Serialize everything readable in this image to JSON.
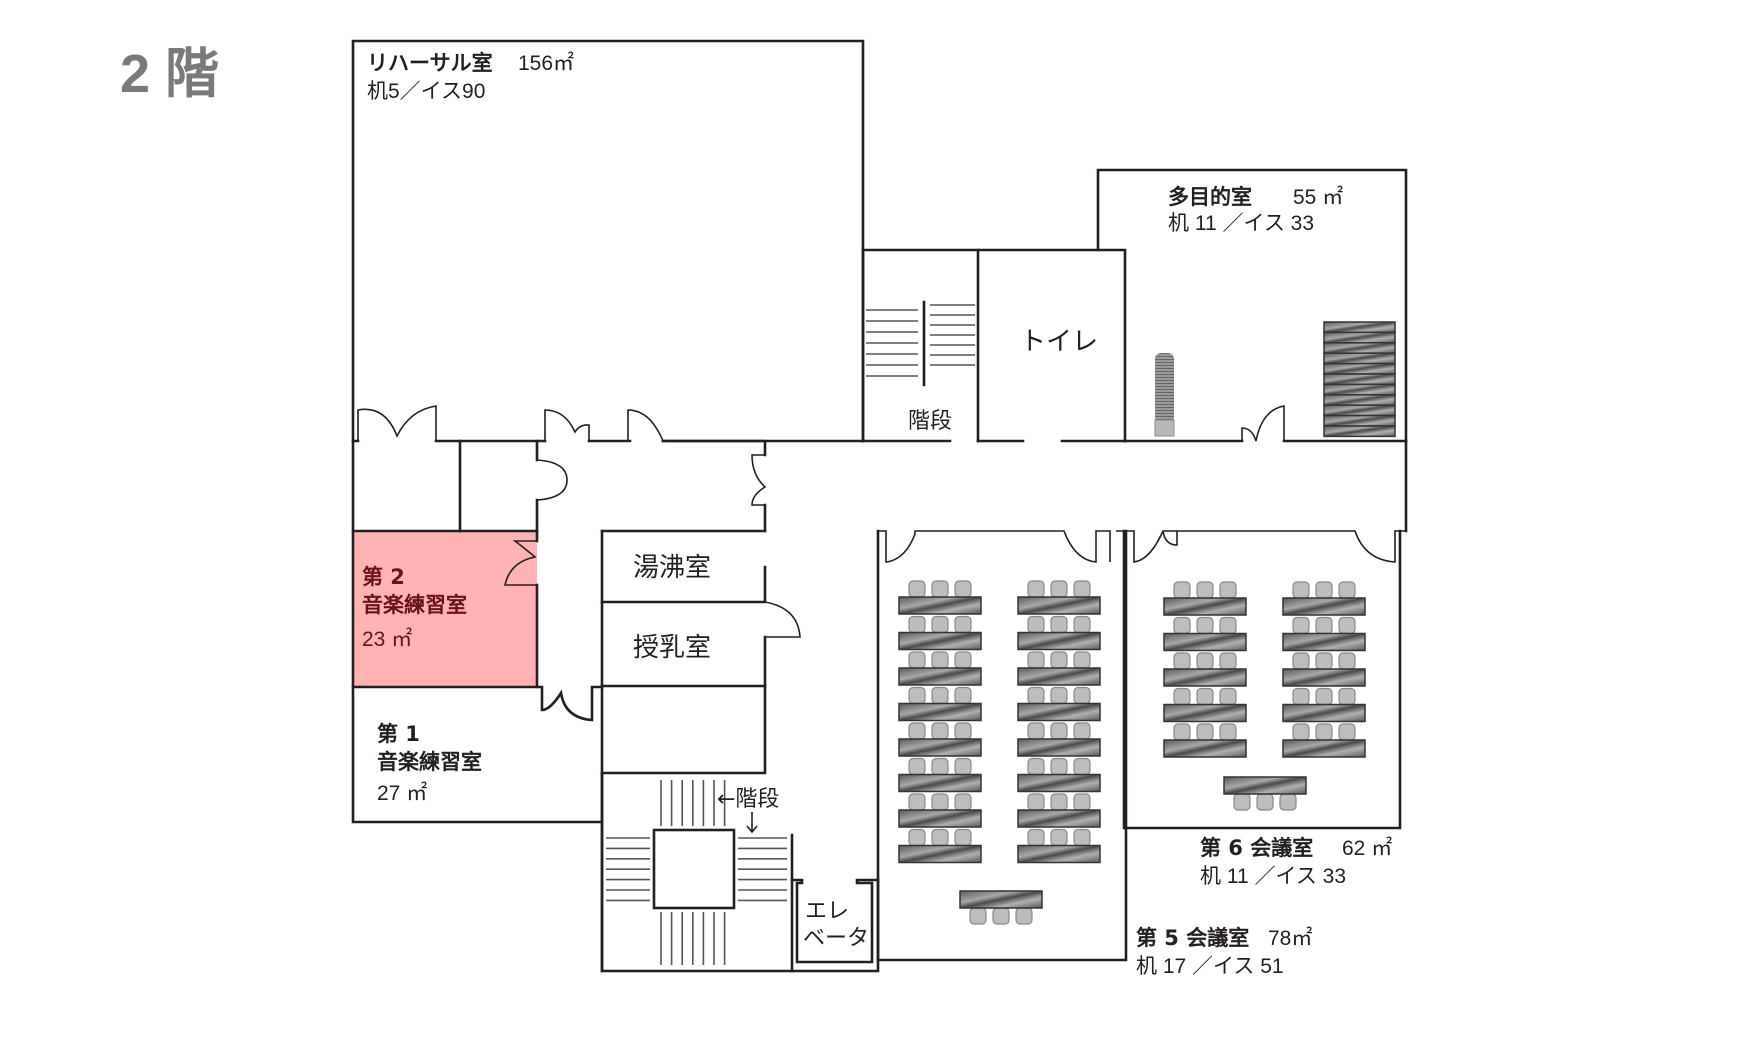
{
  "floor": {
    "title": "2 階"
  },
  "highlight_color": "#ffb3b3",
  "highlight_text_color": "#6a1218",
  "rooms": {
    "rehearsal": {
      "name": "リハーサル室",
      "area": "156㎡",
      "capacity": "机5／イス90"
    },
    "multipurpose": {
      "name": "多目的室",
      "area": "55 ㎡",
      "capacity": "机 11 ／イス 33"
    },
    "toilet": {
      "name": "トイレ"
    },
    "stairs_upper": {
      "name": "階段"
    },
    "music2": {
      "line1": "第 2",
      "line2": "音楽練習室",
      "area": "23 ㎡"
    },
    "music1": {
      "line1": "第 1",
      "line2": "音楽練習室",
      "area": "27 ㎡"
    },
    "kettle": {
      "name": "湯沸室"
    },
    "nursing": {
      "name": "授乳室"
    },
    "stairs_lower": {
      "name": "←階段"
    },
    "elevator": {
      "line1": "エレ",
      "line2": "ベータ"
    },
    "conf6": {
      "name": "第 6 会議室",
      "area": "62 ㎡",
      "capacity": "机 11 ／イス 33"
    },
    "conf5": {
      "name": "第 5 会議室",
      "area": "78㎡",
      "capacity": "机 17 ／イス 51"
    }
  }
}
